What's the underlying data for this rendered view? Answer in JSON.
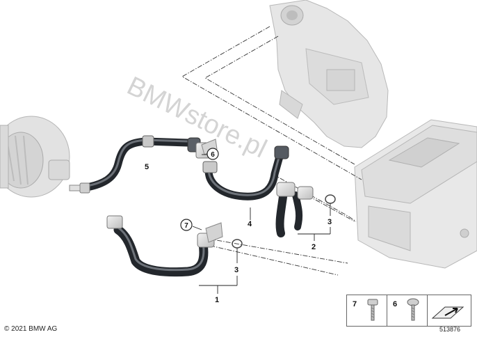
{
  "diagram": {
    "callouts": {
      "c1": "1",
      "c2": "2",
      "c3a": "3",
      "c3b": "3",
      "c4": "4",
      "c5": "5",
      "c6": "6",
      "c7": "7"
    },
    "watermark": "BMWstore.pl",
    "copyright": "© 2021 BMW AG",
    "reference_number": "513876",
    "legend": {
      "item7": "7",
      "item6": "6"
    }
  }
}
